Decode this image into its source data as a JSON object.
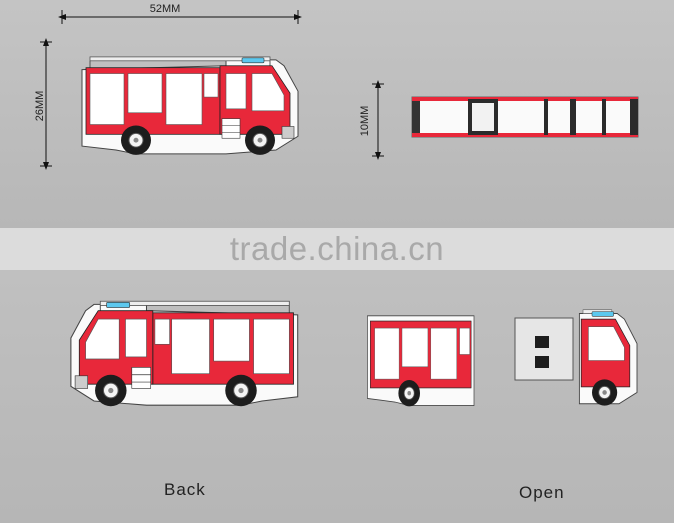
{
  "dimensions": {
    "width_label": "52MM",
    "height_label": "26MM",
    "thickness_label": "10MM"
  },
  "watermark": "trade.china.cn",
  "captions": {
    "back": "Back",
    "open": "Open"
  },
  "colors": {
    "truck_red": "#e8283a",
    "window_white": "#ffffff",
    "beacon_blue": "#5cc8ee",
    "outline_dark": "#1d1d1d"
  }
}
